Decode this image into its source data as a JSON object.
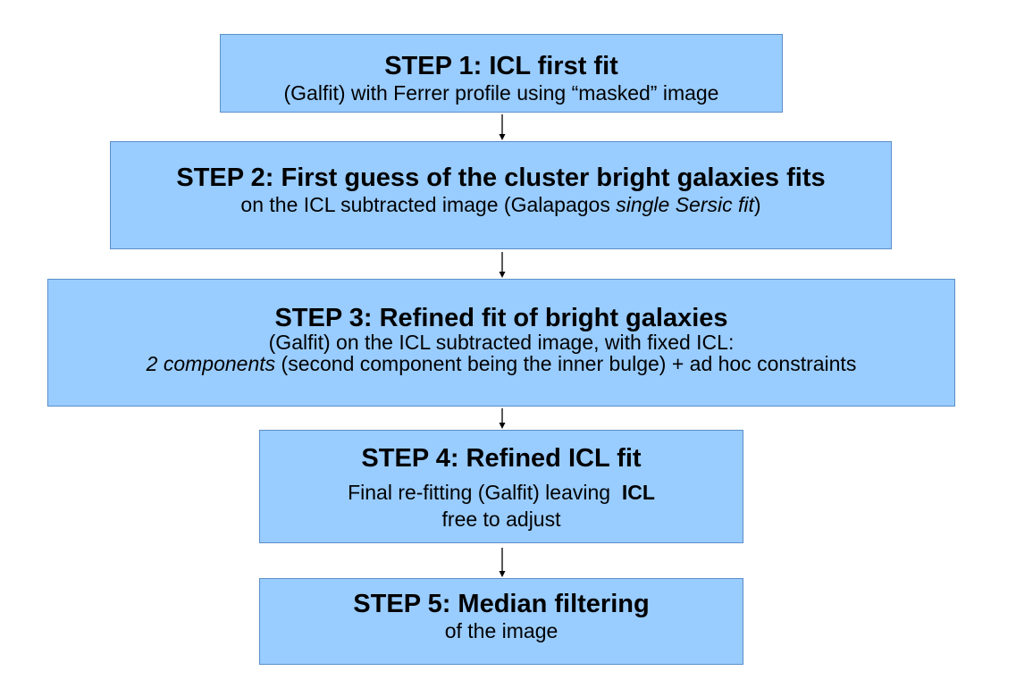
{
  "steps": [
    {
      "title": "STEP 1: ICL first fit",
      "line1": "(Galfit) with Ferrer profile using “masked” image"
    },
    {
      "title": "STEP 2: First guess of the cluster bright galaxies fits",
      "line1_pre": "on the ICL subtracted image (Galapagos ",
      "line1_em": "single Sersic fit",
      "line1_post": ")"
    },
    {
      "title": "STEP 3: Refined fit of bright galaxies",
      "line1": "(Galfit) on the ICL subtracted image, with fixed ICL:",
      "line2_em": "2 components",
      "line2_post": " (second component being the inner bulge) + ad hoc constraints"
    },
    {
      "title": "STEP 4: Refined ICL fit",
      "line1_pre": "Final re-fitting (Galfit) leaving  ",
      "line1_bold": "ICL",
      "line2": "free to adjust"
    },
    {
      "title": "STEP 5: Median filtering",
      "line1": "of the image"
    }
  ],
  "colors": {
    "box_fill": "#99ccff",
    "box_border": "#5b8fc9",
    "arrow": "#000000"
  }
}
